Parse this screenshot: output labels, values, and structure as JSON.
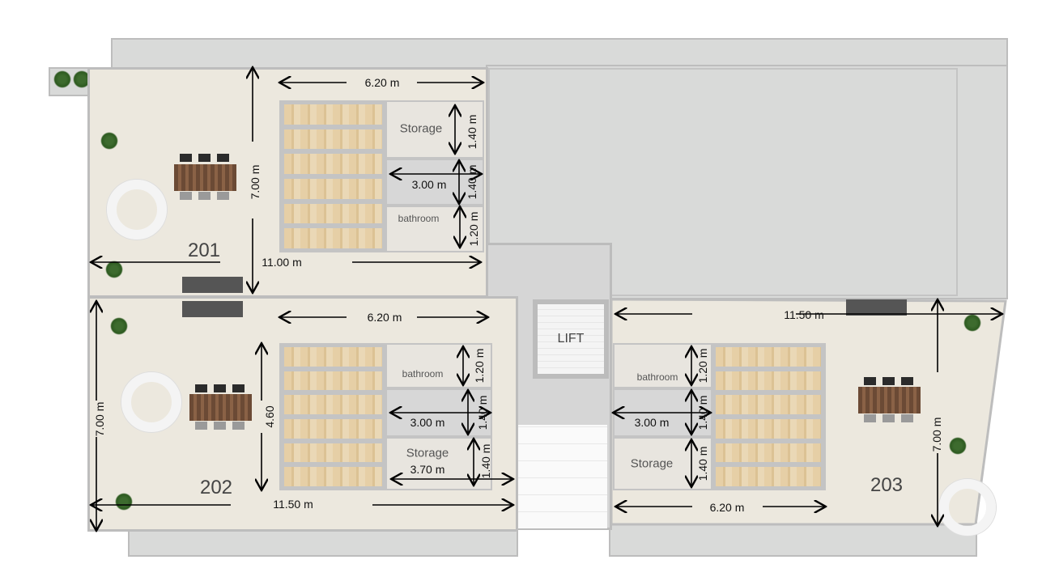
{
  "title": "Second floor plan",
  "core": {
    "lift_label": "LIFT"
  },
  "units": [
    {
      "label": "201",
      "rooms": {
        "storage": "Storage",
        "bathroom": "bathroom"
      },
      "dims": {
        "bunk_width": "6.20 m",
        "depth": "7.00 m",
        "length": "11.00 m",
        "storage_h": "1.40 m",
        "corridor_w": "3.00 m",
        "corridor_h": "1.40 m",
        "bath_h": "1.20 m"
      }
    },
    {
      "label": "202",
      "rooms": {
        "storage": "Storage",
        "bathroom": "bathroom"
      },
      "dims": {
        "bunk_width": "6.20 m",
        "bunk_h": "4.60",
        "depth": "7.00 m",
        "length": "11.50 m",
        "bath_h": "1.20 m",
        "corridor_w": "3.00 m",
        "corridor_h": "1.40 m",
        "storage_w": "3.70 m",
        "storage_h": "1.40 m"
      }
    },
    {
      "label": "203",
      "rooms": {
        "storage": "Storage",
        "bathroom": "bathroom"
      },
      "dims": {
        "length": "11.50 m",
        "bath_h": "1.20 m",
        "corridor_w": "3.00 m",
        "corridor_h": "1.40 m",
        "storage_h": "1.40 m",
        "bunk_width": "6.20 m",
        "depth": "7.00 m"
      }
    }
  ],
  "colors": {
    "floor": "#ece8de",
    "terrace": "#d9dad9",
    "wall": "#bcbcbc",
    "wood": "#e6cfa6"
  }
}
